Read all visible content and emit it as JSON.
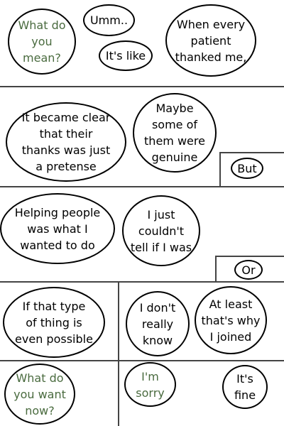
{
  "panels": [
    {
      "bubbles": [
        "What do\nyou\nmean?",
        "Umm..",
        "It's like",
        "When every\npatient\nthanked me,"
      ]
    },
    {
      "bubbles": [
        "It became clear\nthat their\nthanks was just\na pretense",
        "Maybe\nsome of\nthem were\ngenuine",
        "But"
      ]
    },
    {
      "bubbles": [
        "Helping people\nwas what I\nwanted to do",
        "I just\ncouldn't\ntell if I was",
        "Or"
      ]
    },
    {
      "bubbles": [
        "If that type\nof thing is\neven possible",
        "I don't\nreally\nknow",
        "At least\nthat's why\nI joined"
      ]
    },
    {
      "bubbles": [
        "What do\nyou want\nnow?",
        "I'm\nsorry",
        "It's\nfine"
      ]
    }
  ],
  "colors": {
    "green_text": "#4a6b3f",
    "line": "#444444",
    "outline": "#000000"
  }
}
